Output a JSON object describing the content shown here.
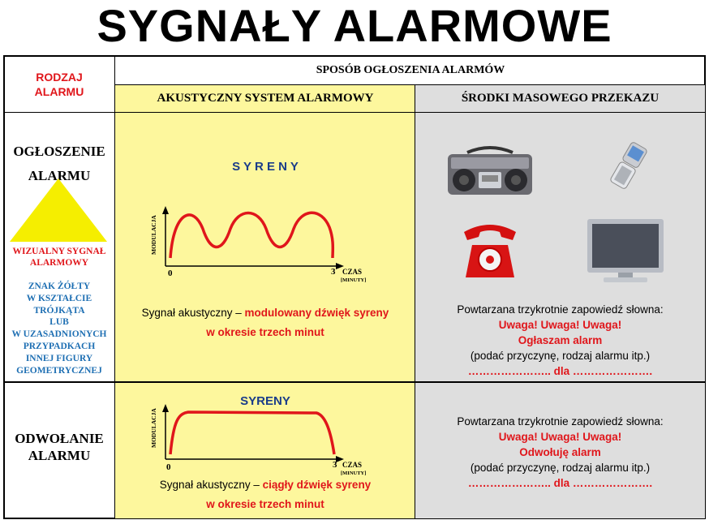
{
  "title": "SYGNAŁY ALARMOWE",
  "header": {
    "rodzaj_line1": "RODZAJ",
    "rodzaj_line2": "ALARMU",
    "sposob": "SPOSÓB OGŁOSZENIA ALARMÓW",
    "akustyczny": "AKUSTYCZNY SYSTEM ALARMOWY",
    "srodki": "ŚRODKI MASOWEGO PRZEKAZU"
  },
  "row1": {
    "label_line1": "OGŁOSZENIE",
    "label_line2": "ALARMU",
    "visual_line1": "WIZUALNY SYGNAŁ",
    "visual_line2": "ALARMOWY",
    "sign_lines": [
      "ZNAK ŻÓŁTY",
      "W KSZTAŁCIE",
      "TRÓJKĄTA",
      "LUB",
      "W UZASADNIONYCH",
      "PRZYPADKACH",
      "INNEJ FIGURY",
      "GEOMETRYCZNEJ"
    ],
    "chart_title": "S Y R E N Y",
    "ylabel": "MODULACJA",
    "x0": "0",
    "x3": "3",
    "xlabel": "CZAS",
    "xunit": "[MINUTY]",
    "desc_prefix": "Sygnał akustyczny – ",
    "desc_red": "modulowany dźwięk syreny",
    "desc_line2": "w okresie trzech minut",
    "media_line1": "Powtarzana trzykrotnie zapowiedź słowna:",
    "media_line2": "Uwaga! Uwaga! Uwaga!",
    "media_line3": "Ogłaszam alarm",
    "media_line4": "(podać przyczynę, rodzaj alarmu itp.)",
    "media_line5": "………………….. dla …………………."
  },
  "row2": {
    "label_line1": "ODWOŁANIE",
    "label_line2": "ALARMU",
    "chart_title": "SYRENY",
    "ylabel": "MODULACJA",
    "x0": "0",
    "x3": "3",
    "xlabel": "CZAS",
    "xunit": "[MINUTY]",
    "desc_prefix": "Sygnał akustyczny – ",
    "desc_red": "ciągły dźwięk syreny",
    "desc_line2": "w okresie trzech minut",
    "media_line1": "Powtarzana trzykrotnie zapowiedź słowna:",
    "media_line2": "Uwaga! Uwaga! Uwaga!",
    "media_line3": "Odwołuję alarm",
    "media_line4": "(podać przyczynę, rodzaj alarmu itp.)",
    "media_line5": "………………….. dla …………………."
  },
  "icons": [
    "radio-cassette-icon",
    "mobile-phone-icon",
    "telephone-icon",
    "television-icon"
  ],
  "colors": {
    "yellow_panel": "#fdf79d",
    "gray_panel": "#dedede",
    "red_text": "#e0161b",
    "blue_text": "#1e6fb3",
    "triangle": "#f5ee00",
    "wave": "#e0161b"
  }
}
